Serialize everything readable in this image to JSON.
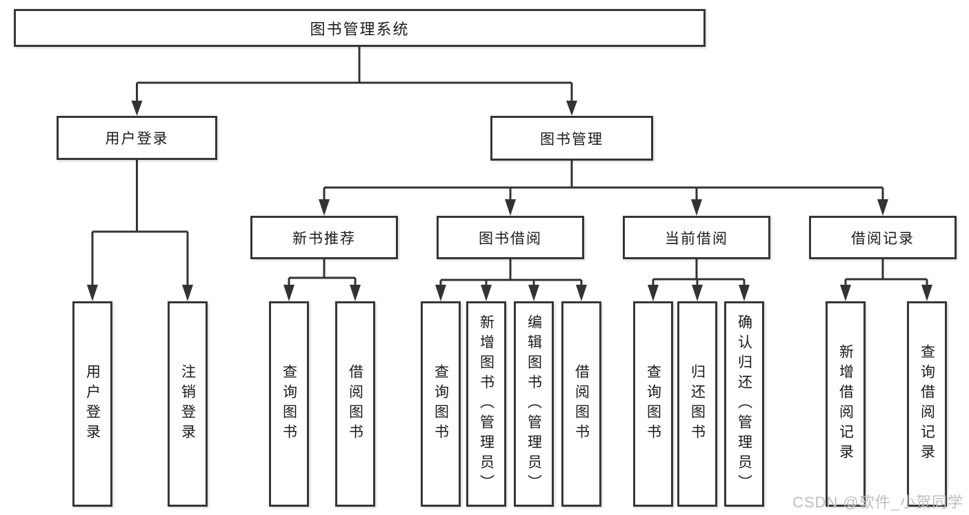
{
  "page": {
    "watermark": "CSDN @软件_小贺同学"
  },
  "colors": {
    "line": "#333333",
    "box_border": "#363636",
    "box_fill": "#ffffff",
    "text": "#1a1a1a",
    "background": "#ffffff",
    "watermark": "#c1bcbc"
  },
  "tree": {
    "label": "图书管理系统",
    "children": [
      {
        "label": "用户登录",
        "children": [
          {
            "label": "用户登录"
          },
          {
            "label": "注销登录"
          }
        ]
      },
      {
        "label": "图书管理",
        "children": [
          {
            "label": "新书推荐",
            "children": [
              {
                "label": "查询图书"
              },
              {
                "label": "借阅图书"
              }
            ]
          },
          {
            "label": "图书借阅",
            "children": [
              {
                "label": "查询图书"
              },
              {
                "label": "新增图书（管理员）"
              },
              {
                "label": "编辑图书（管理员）"
              },
              {
                "label": "借阅图书"
              }
            ]
          },
          {
            "label": "当前借阅",
            "children": [
              {
                "label": "查询图书"
              },
              {
                "label": "归还图书"
              },
              {
                "label": "确认归还（管理员）"
              }
            ]
          },
          {
            "label": "借阅记录",
            "children": [
              {
                "label": "新增借阅记录"
              },
              {
                "label": "查询借阅记录"
              }
            ]
          }
        ]
      }
    ]
  }
}
